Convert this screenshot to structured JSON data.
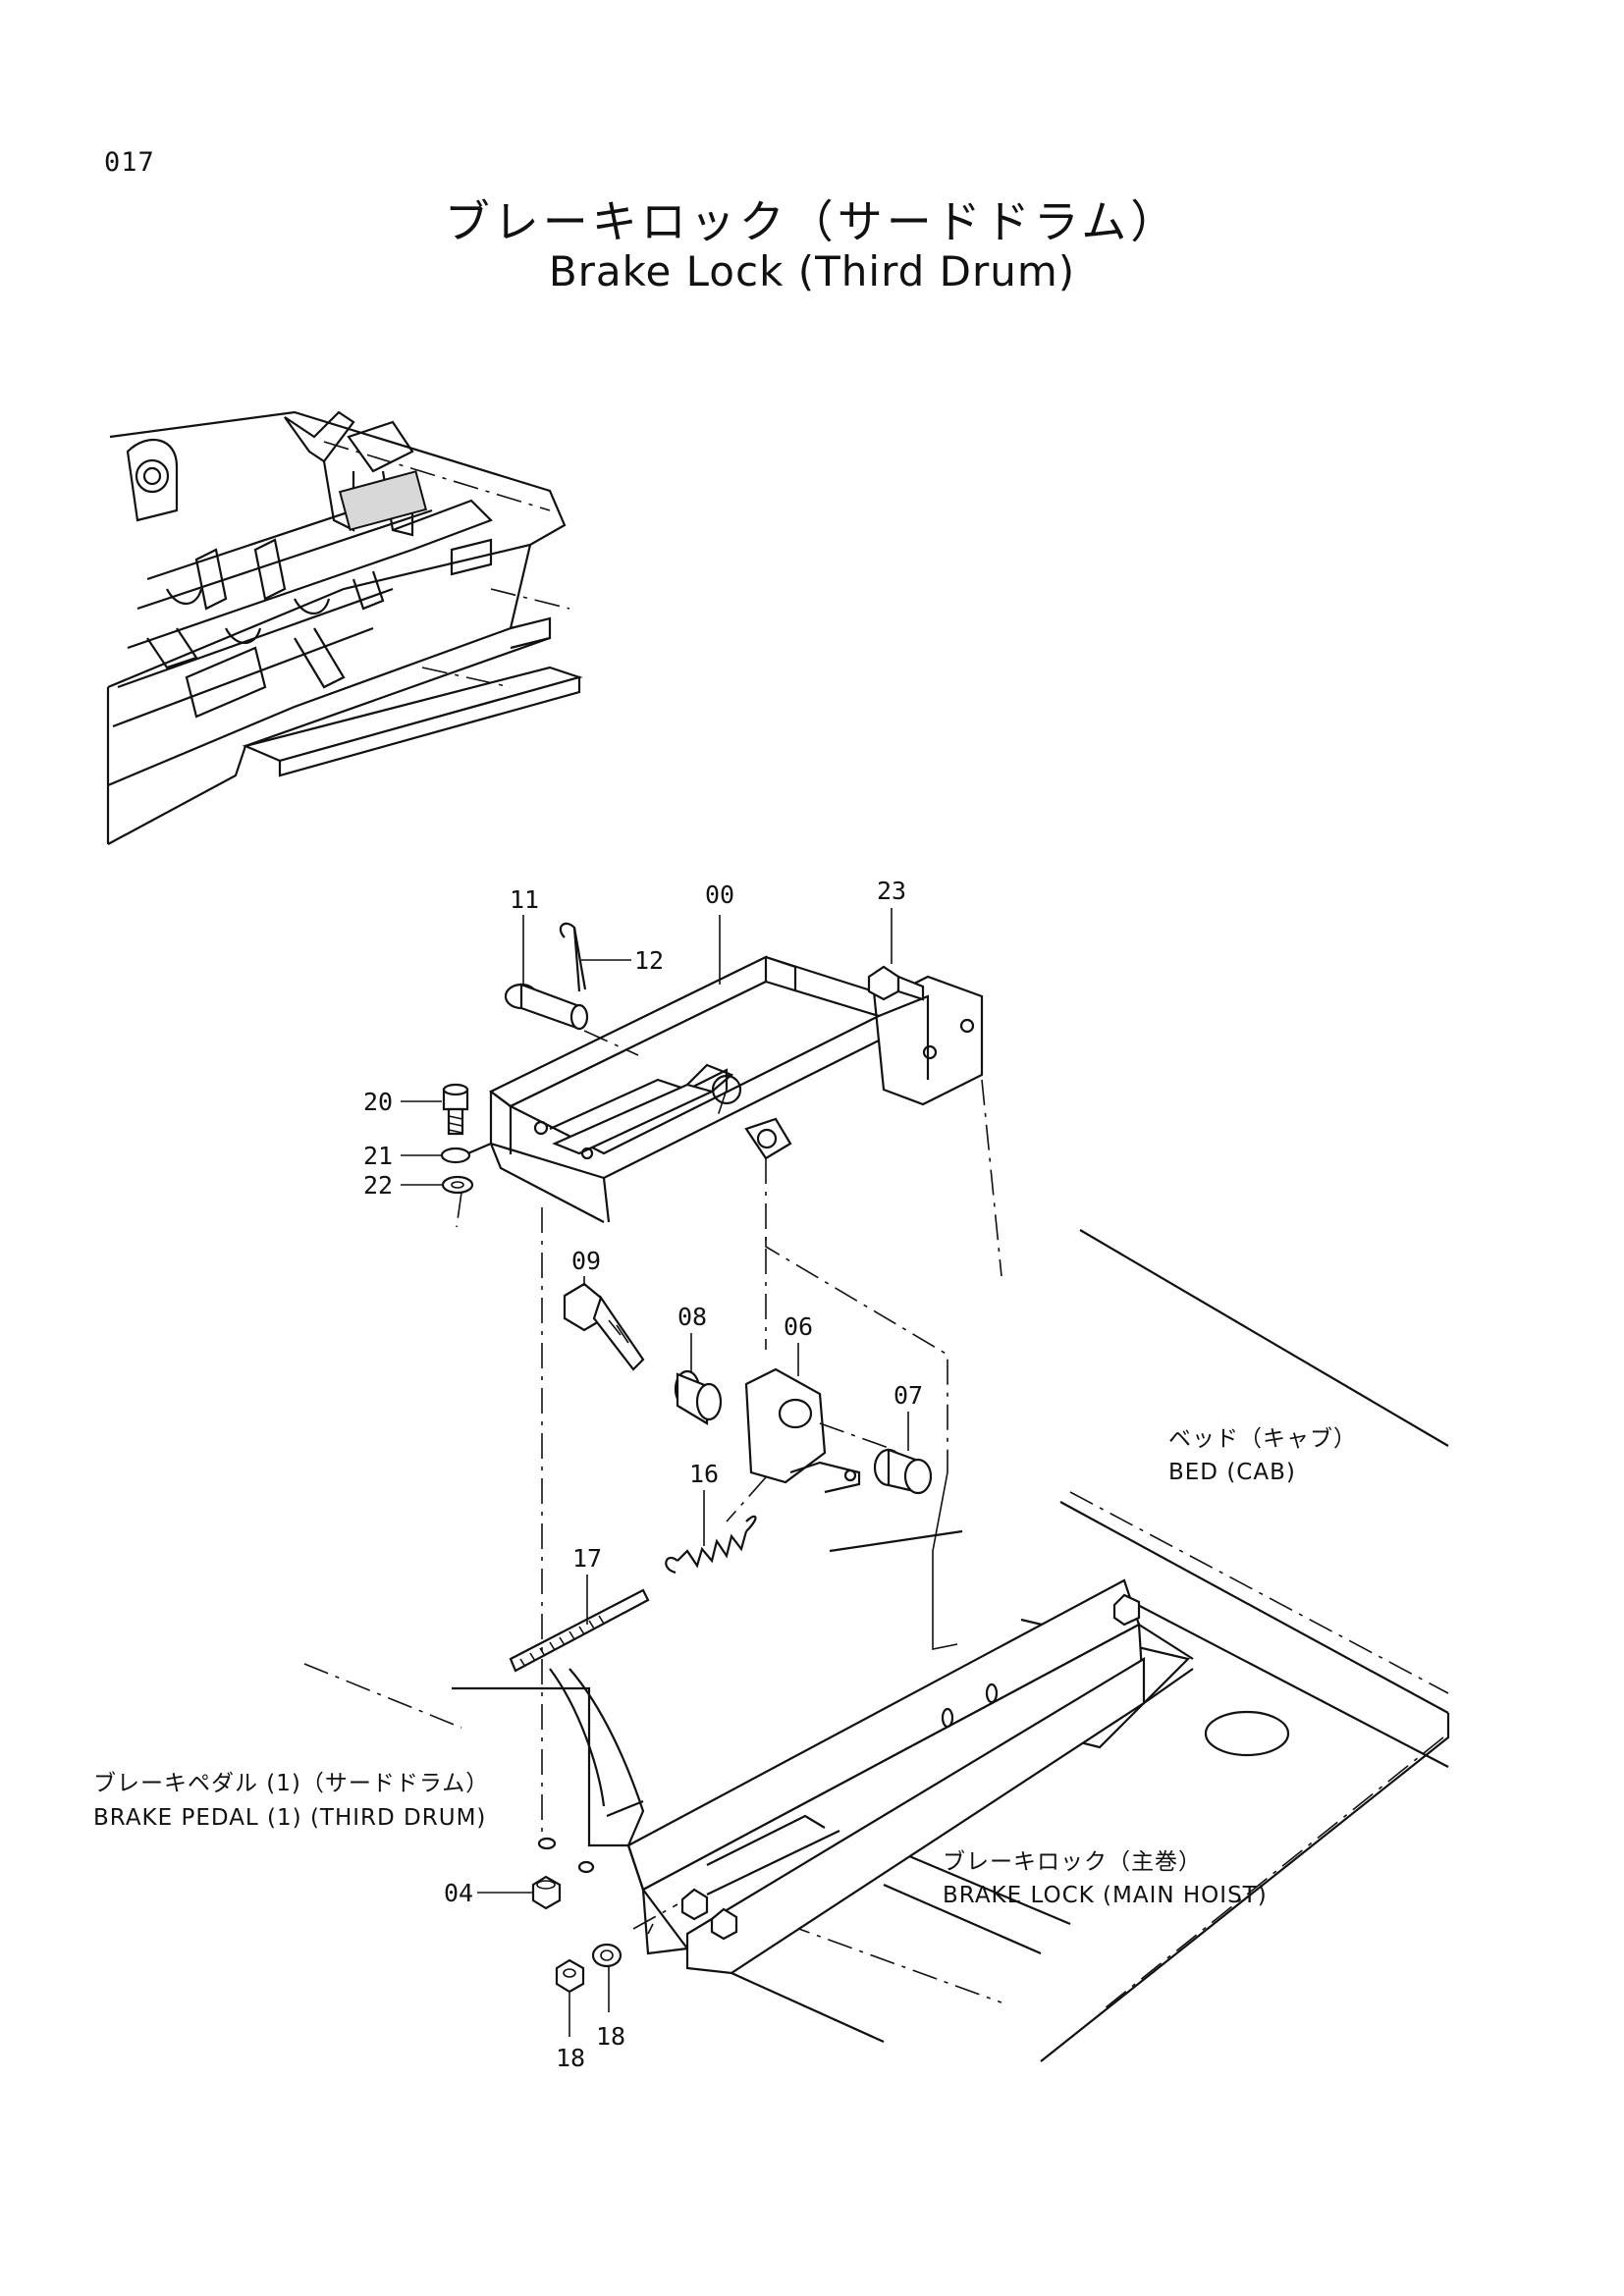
{
  "page_number": "017",
  "title_jp": "ブレーキロック（サードドラム）",
  "title_en": "Brake Lock (Third Drum)",
  "callouts": {
    "c00": "00",
    "c04": "04",
    "c06": "06",
    "c07": "07",
    "c08": "08",
    "c09": "09",
    "c11": "11",
    "c12": "12",
    "c16": "16",
    "c17": "17",
    "c18a": "18",
    "c18b": "18",
    "c20": "20",
    "c21": "21",
    "c22": "22",
    "c23": "23"
  },
  "notes": {
    "bed_jp": "ベッド（キャブ）",
    "bed_en": "BED (CAB)",
    "pedal_jp": "ブレーキペダル (1)（サードドラム）",
    "pedal_en": "BRAKE PEDAL (1) (THIRD DRUM)",
    "main_jp": "ブレーキロック（主巻）",
    "main_en": "BRAKE LOCK (MAIN HOIST)"
  }
}
